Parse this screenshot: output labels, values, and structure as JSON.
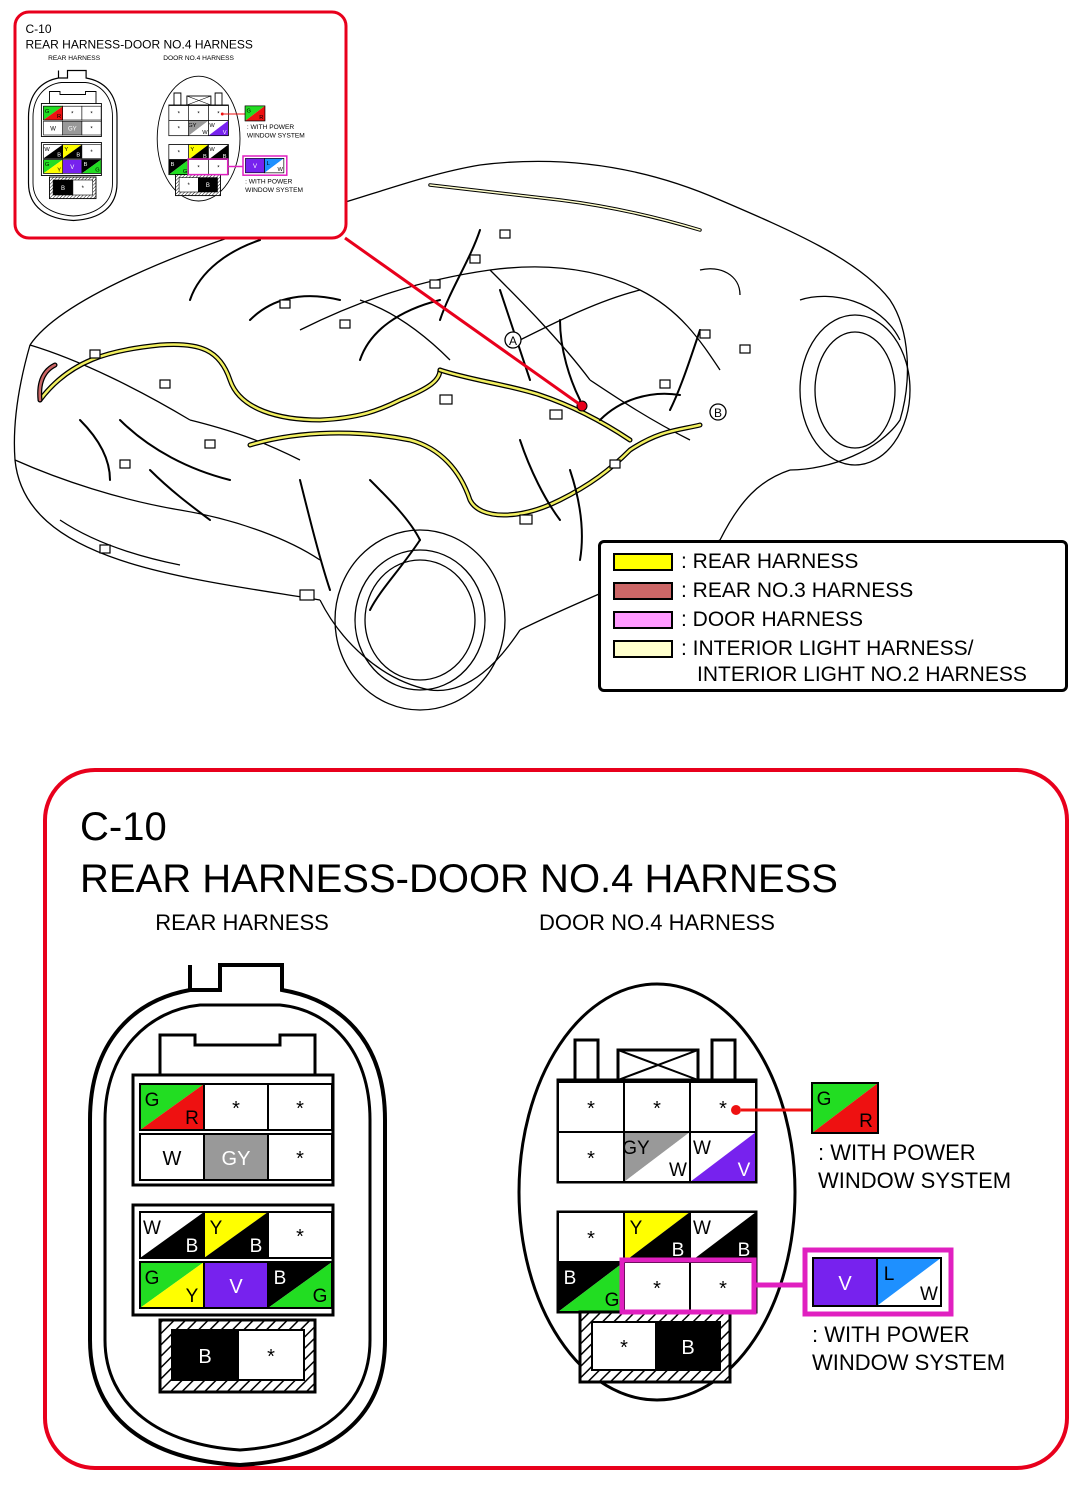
{
  "connector_id": "C-10",
  "connector_title": "REAR HARNESS-DOOR NO.4 HARNESS",
  "left_label": "REAR HARNESS",
  "right_label": "DOOR NO.4 HARNESS",
  "note_text_1": ": WITH POWER",
  "note_text_2": "WINDOW SYSTEM",
  "pointer_a": "A",
  "pointer_b": "B",
  "legend": [
    {
      "color": "#ffff00",
      "text": ": REAR HARNESS"
    },
    {
      "color": "#cc6666",
      "text": ": REAR NO.3 HARNESS"
    },
    {
      "color": "#ff99ff",
      "text": ": DOOR HARNESS"
    },
    {
      "color": "#ffffcc",
      "text": ": INTERIOR LIGHT HARNESS/",
      "text2": "INTERIOR LIGHT NO.2 HARNESS"
    }
  ],
  "colors": {
    "frame": "#e8001c",
    "magenta": "#e020c0",
    "yellow": "#ffff00",
    "green": "#22dd22",
    "red": "#ee1111",
    "violet": "#7722ee",
    "blue": "#1e90ff",
    "gray": "#999999",
    "black": "#000000"
  },
  "pins": {
    "star": "*",
    "G": "G",
    "R": "R",
    "W": "W",
    "GY": "GY",
    "B": "B",
    "Y": "Y",
    "V": "V",
    "L": "L"
  }
}
